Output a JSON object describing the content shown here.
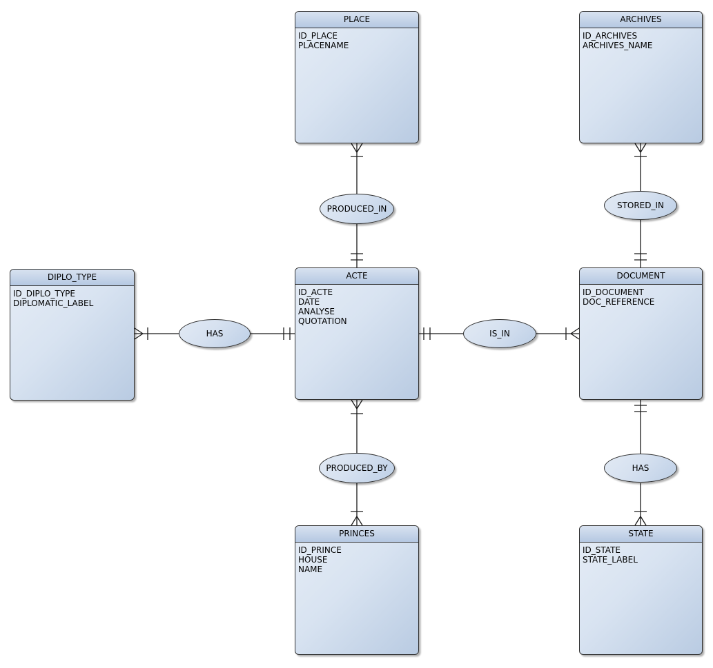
{
  "diagram": {
    "kind": "entity-relationship-diagram",
    "notation": "crows-foot",
    "background": "#ffffff"
  },
  "colors": {
    "header_top": "#d8e2f0",
    "header_bottom": "#b5c8e2",
    "body_light": "#e6edf6",
    "body_dark": "#b9cbe2",
    "ellipse_light": "#e2eaf4",
    "ellipse_dark": "#bdcfe6",
    "border": "#2f2f2f",
    "line": "#1a1a1a",
    "text": "#000000"
  },
  "entities": [
    {
      "name": "PLACE",
      "attributes": [
        "ID_PLACE",
        "PLACENAME"
      ]
    },
    {
      "name": "ARCHIVES",
      "attributes": [
        "ID_ARCHIVES",
        "ARCHIVES_NAME"
      ]
    },
    {
      "name": "DIPLO_TYPE",
      "attributes": [
        "ID_DIPLO_TYPE",
        "DIPLOMATIC_LABEL"
      ]
    },
    {
      "name": "ACTE",
      "attributes": [
        "ID_ACTE",
        "DATE",
        "ANALYSE",
        "QUOTATION"
      ]
    },
    {
      "name": "DOCUMENT",
      "attributes": [
        "ID_DOCUMENT",
        "DOC_REFERENCE"
      ]
    },
    {
      "name": "PRINCES",
      "attributes": [
        "ID_PRINCE",
        "HOUSE",
        "NAME"
      ]
    },
    {
      "name": "STATE",
      "attributes": [
        "ID_STATE",
        "STATE_LABEL"
      ]
    }
  ],
  "relationships": [
    {
      "label": "PRODUCED_IN",
      "between": [
        "PLACE",
        "ACTE"
      ],
      "marker_at_PLACE": "crows-foot-with-tick (one-or-many)",
      "marker_at_ACTE": "double-tick (exactly-one)"
    },
    {
      "label": "STORED_IN",
      "between": [
        "ARCHIVES",
        "DOCUMENT"
      ],
      "marker_at_ARCHIVES": "crows-foot-with-tick (one-or-many)",
      "marker_at_DOCUMENT": "double-tick (exactly-one)"
    },
    {
      "label": "HAS",
      "between": [
        "DIPLO_TYPE",
        "ACTE"
      ],
      "marker_at_DIPLO_TYPE": "crows-foot-with-tick (one-or-many)",
      "marker_at_ACTE": "double-tick (exactly-one)"
    },
    {
      "label": "IS_IN",
      "between": [
        "ACTE",
        "DOCUMENT"
      ],
      "marker_at_ACTE": "double-tick (exactly-one)",
      "marker_at_DOCUMENT": "crows-foot-with-tick (one-or-many)"
    },
    {
      "label": "PRODUCED_BY",
      "between": [
        "ACTE",
        "PRINCES"
      ],
      "marker_at_ACTE": "crows-foot-with-tick (one-or-many)",
      "marker_at_PRINCES": "crows-foot-with-tick (one-or-many)"
    },
    {
      "label": "HAS",
      "between": [
        "DOCUMENT",
        "STATE"
      ],
      "marker_at_DOCUMENT": "double-tick (exactly-one)",
      "marker_at_STATE": "crows-foot-with-tick (one-or-many)"
    }
  ]
}
